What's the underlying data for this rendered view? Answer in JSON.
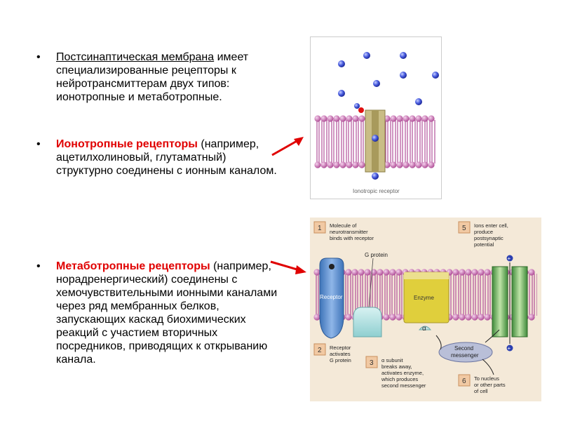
{
  "bullets": [
    {
      "marker": "•",
      "lead": "Постсинаптическая мембрана",
      "rest": " имеет специализированные рецепторы к нейротрансмиттерам двух типов: ионотропные и метаботропные."
    },
    {
      "marker": "•",
      "lead": "Ионотропные рецепторы",
      "rest": " (например, ацетилхолиновый, глутаматный) структурно соединены с  ионным каналом."
    },
    {
      "marker": "•",
      "lead": "Метаботропные рецепторы",
      "rest": " (например, норадренергический) соединены с хемочувствительными ионными каналами через ряд мембранных белков, запускающих каскад биохимических реакций с участием вторичных посредников, приводящих к открыванию канала."
    }
  ],
  "figure1": {
    "caption": "Ionotropic receptor"
  },
  "figure2": {
    "steps": [
      {
        "num": "1",
        "text": [
          "Molecule of",
          "neurotransmitter",
          "binds with receptor"
        ]
      },
      {
        "num": "2",
        "text": [
          "Receptor",
          "activates",
          "G protein"
        ]
      },
      {
        "num": "3",
        "text": [
          "α subunit",
          "breaks away,",
          "activates enzyme,",
          "which produces",
          "second messenger"
        ]
      },
      {
        "num": "5",
        "text": [
          "Ions enter cell,",
          "produce",
          "postsynaptic",
          "potential"
        ]
      },
      {
        "num": "6",
        "text": [
          "To nucleus",
          "or other parts",
          "of cell"
        ]
      }
    ],
    "labels": {
      "receptor": "Receptor",
      "g_protein": "G protein",
      "enzyme": "Enzyme",
      "alpha": "α",
      "second_messenger": [
        "Second",
        "messenger"
      ],
      "plus": "+"
    }
  },
  "colors": {
    "red": "#e00000",
    "membrane": "#c86ab0",
    "ball": "#3a4fd8"
  }
}
